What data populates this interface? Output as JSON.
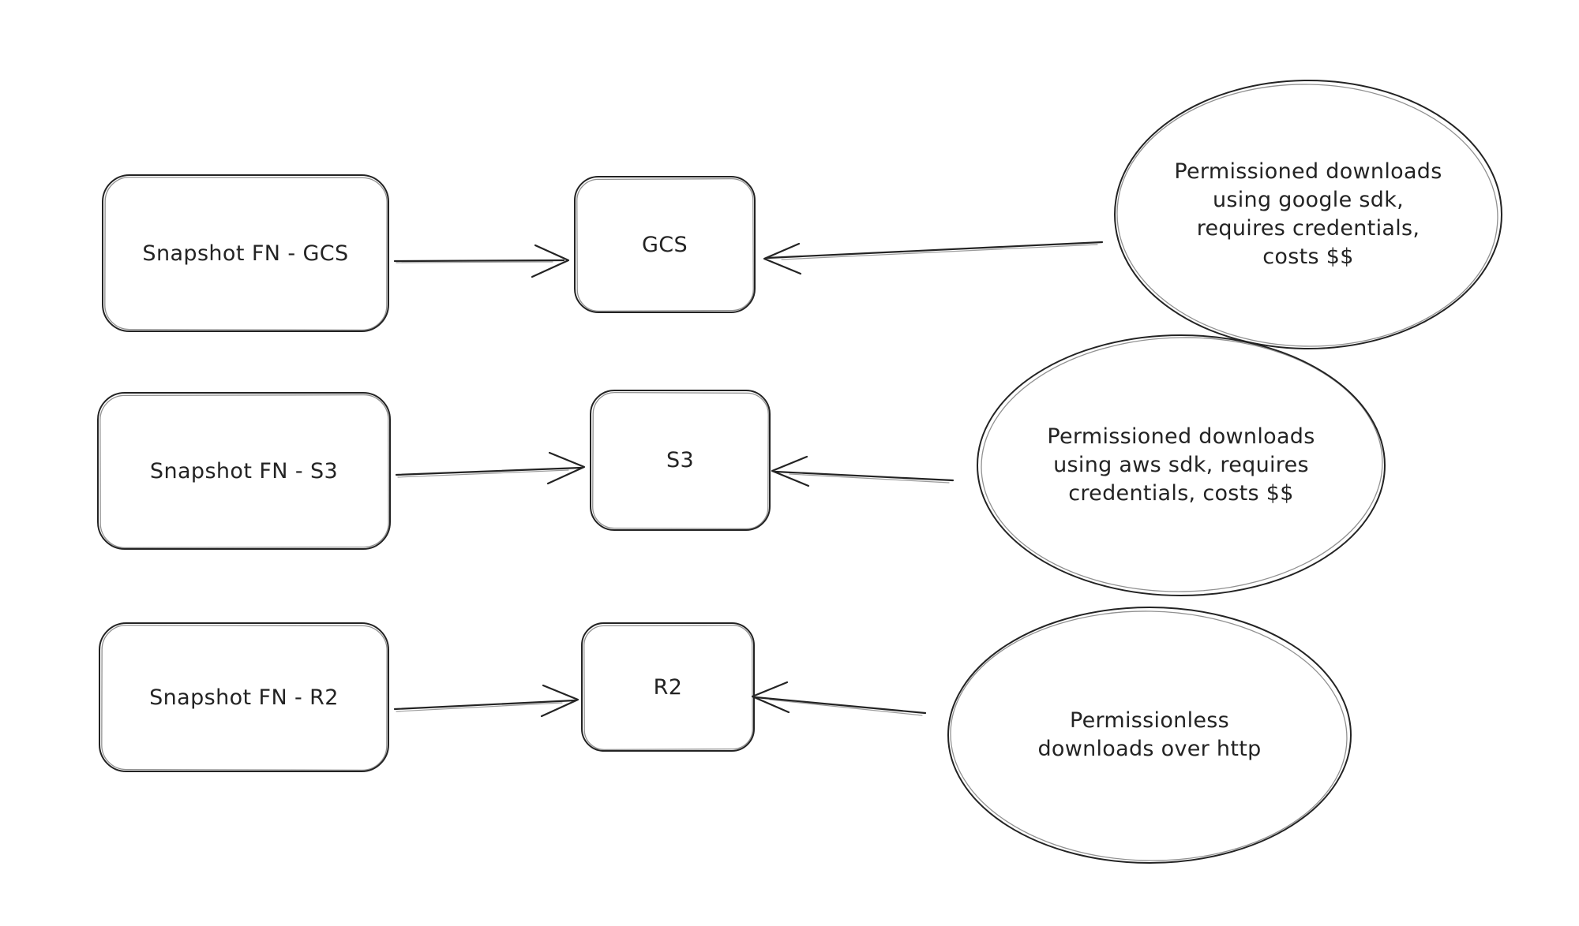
{
  "diagram": {
    "style": "hand-drawn sketch",
    "background_color": "#ffffff",
    "ink_color": "#232323",
    "nodes": {
      "snapshot_gcs": {
        "label": "Snapshot FN - GCS",
        "shape": "rounded-rectangle"
      },
      "snapshot_s3": {
        "label": "Snapshot FN - S3",
        "shape": "rounded-rectangle"
      },
      "snapshot_r2": {
        "label": "Snapshot FN - R2",
        "shape": "rounded-rectangle"
      },
      "gcs": {
        "label": "GCS",
        "shape": "rounded-rectangle"
      },
      "s3": {
        "label": "S3",
        "shape": "rounded-rectangle"
      },
      "r2": {
        "label": "R2",
        "shape": "rounded-rectangle"
      }
    },
    "notes": {
      "gcs": {
        "shape": "ellipse",
        "text": "Permissioned downloads using google sdk, requires credentials, costs $$",
        "lines": [
          "Permissioned downloads",
          "using google sdk,",
          "requires credentials,",
          "costs $$"
        ]
      },
      "s3": {
        "shape": "ellipse",
        "text": "Permissioned downloads using aws sdk, requires credentials, costs $$",
        "lines": [
          "Permissioned downloads",
          "using aws sdk, requires",
          "credentials, costs $$"
        ]
      },
      "r2": {
        "shape": "ellipse",
        "text": "Permissionless downloads over http",
        "lines": [
          "Permissionless",
          "downloads over http"
        ]
      }
    },
    "edges": [
      {
        "from": "snapshot_gcs",
        "to": "gcs",
        "arrowhead": "open-v",
        "direction": "right"
      },
      {
        "from": "note_gcs",
        "to": "gcs",
        "arrowhead": "open-v",
        "direction": "left"
      },
      {
        "from": "snapshot_s3",
        "to": "s3",
        "arrowhead": "open-v",
        "direction": "right"
      },
      {
        "from": "note_s3",
        "to": "s3",
        "arrowhead": "open-v",
        "direction": "left"
      },
      {
        "from": "snapshot_r2",
        "to": "r2",
        "arrowhead": "open-v",
        "direction": "right"
      },
      {
        "from": "note_r2",
        "to": "r2",
        "arrowhead": "open-v",
        "direction": "left"
      }
    ]
  }
}
